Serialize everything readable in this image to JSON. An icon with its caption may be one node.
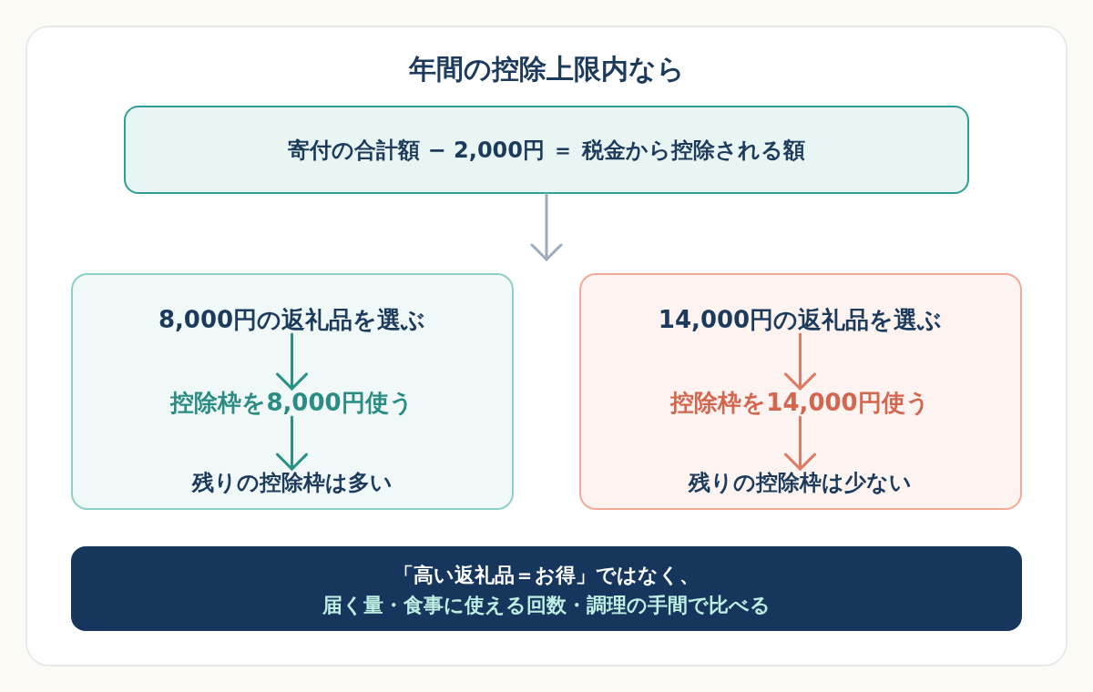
{
  "diagram": {
    "nodes": [
      {
        "text": [
          "年間の控除上限内なら"
        ]
      },
      {
        "text": [
          "寄付の合計額 − 2,000円 ＝ 税金から控除される額"
        ],
        "in": 0
      },
      {
        "text": [],
        "shape": "box",
        "in": 0
      },
      {
        "text": [
          "8,000円の返礼品を選ぶ"
        ],
        "in": 2
      },
      {
        "text": [
          "控除枠を8,000円使う"
        ],
        "in": 2
      },
      {
        "text": [
          "残りの控除枠は多い"
        ],
        "in": 2
      },
      {
        "text": [],
        "shape": "box",
        "in": 0
      },
      {
        "text": [
          "14,000円の返礼品を選ぶ"
        ],
        "in": 6
      },
      {
        "text": [
          "控除枠を14,000円使う"
        ],
        "in": 6
      },
      {
        "text": [
          "残りの控除枠は少ない"
        ],
        "in": 6
      },
      {
        "text": [
          "「高い返礼品＝お得」ではなく、",
          "届く量・食事に使える回数・調理の手間で比べる"
        ],
        "in": 0
      }
    ],
    "edges": [
      {
        "from": 1,
        "to": null,
        "arrow": "to",
        "color": "#9aabbd"
      },
      {
        "from": 3,
        "to": 4,
        "arrow": "to",
        "color": "#2a9187"
      },
      {
        "from": 4,
        "to": 5,
        "arrow": "to",
        "color": "#2a9187"
      },
      {
        "from": 7,
        "to": 8,
        "arrow": "to",
        "color": "#e07a62"
      },
      {
        "from": 8,
        "to": 9,
        "arrow": "to",
        "color": "#e07a62"
      }
    ]
  }
}
